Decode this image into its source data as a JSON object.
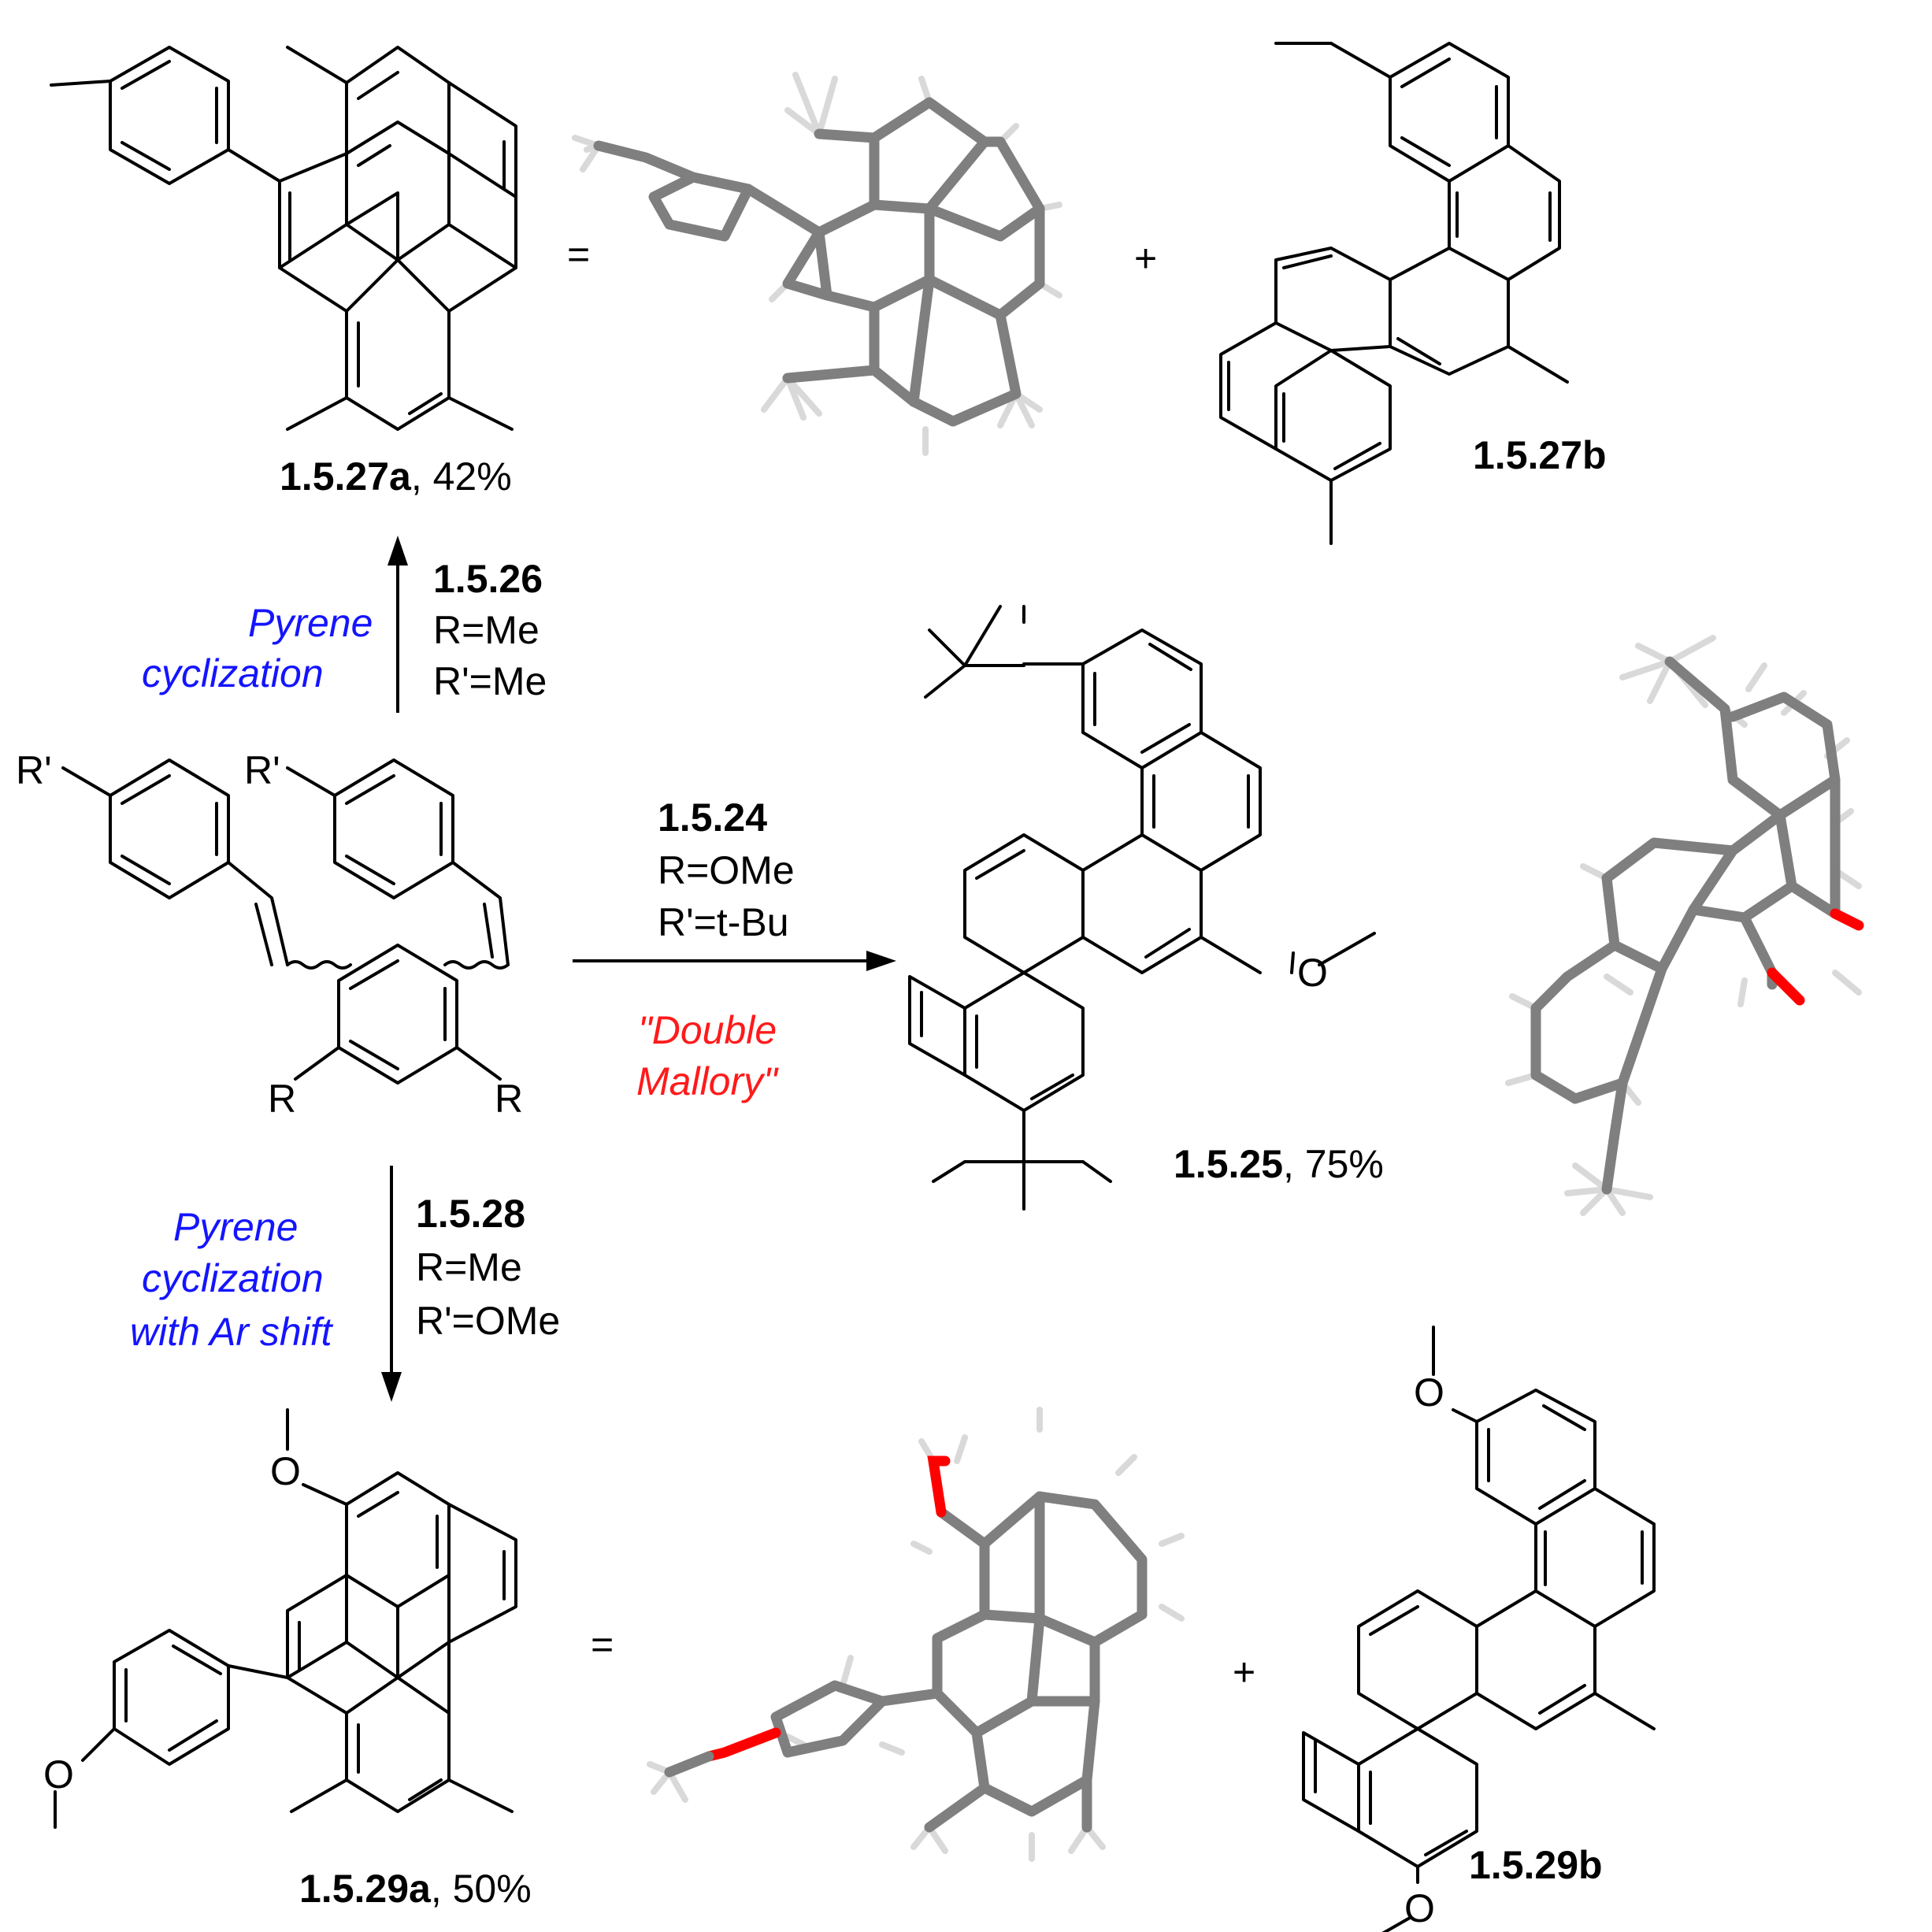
{
  "compounds": {
    "c27a": {
      "id": "1.5.27a",
      "yield": ", 42%"
    },
    "c27b": {
      "id": "1.5.27b"
    },
    "c25": {
      "id": "1.5.25",
      "yield": ", 75%"
    },
    "c29a": {
      "id": "1.5.29a",
      "yield": ", 50%"
    },
    "c29b": {
      "id": "1.5.29b"
    }
  },
  "start": {
    "rprime1": "R'",
    "rprime2": "R'",
    "r1": "R",
    "r2": "R"
  },
  "arrows": {
    "up": {
      "reagent": "1.5.26",
      "r": "R=Me",
      "rprime": "R'=Me",
      "label_l1": "Pyrene",
      "label_l2": "cyclization"
    },
    "right": {
      "reagent": "1.5.24",
      "r": "R=OMe",
      "rprime": "R'=t-Bu",
      "label_l1": "\"Double",
      "label_l2": "Mallory\""
    },
    "down": {
      "reagent": "1.5.28",
      "r": "R=Me",
      "rprime": "R'=OMe",
      "label_l1": "Pyrene",
      "label_l2": "cyclization",
      "label_l3": "with Ar shift"
    }
  },
  "symbols": {
    "eq_top": "=",
    "plus_top": "+",
    "eq_bottom": "=",
    "plus_bottom": "+"
  },
  "colors": {
    "conditions_label": "#1414ff",
    "mallory_label": "#ff1a1a",
    "crystal_carbon": "#7f7f7f",
    "crystal_oxygen": "#ff0000"
  }
}
